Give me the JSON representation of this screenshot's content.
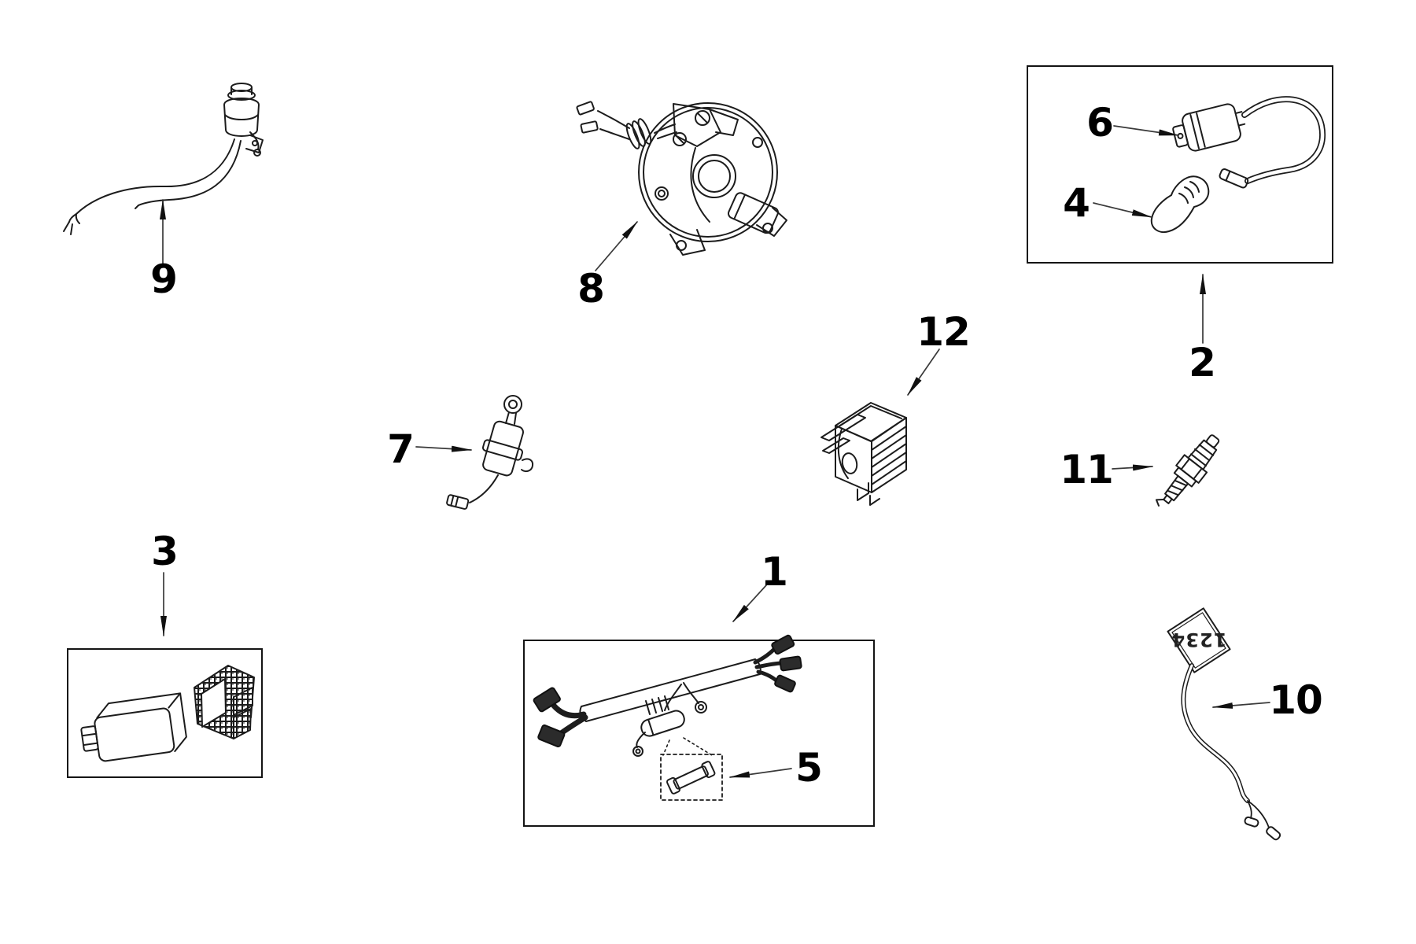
{
  "diagram": {
    "background_color": "#ffffff",
    "line_color": "#1c1c1c",
    "label_color": "#000000",
    "tag_text": "1234",
    "callouts": [
      {
        "id": 1,
        "label": "1"
      },
      {
        "id": 2,
        "label": "2"
      },
      {
        "id": 3,
        "label": "3"
      },
      {
        "id": 4,
        "label": "4"
      },
      {
        "id": 5,
        "label": "5"
      },
      {
        "id": 6,
        "label": "6"
      },
      {
        "id": 7,
        "label": "7"
      },
      {
        "id": 8,
        "label": "8"
      },
      {
        "id": 9,
        "label": "9"
      },
      {
        "id": 10,
        "label": "10"
      },
      {
        "id": 11,
        "label": "11"
      },
      {
        "id": 12,
        "label": "12"
      }
    ]
  }
}
